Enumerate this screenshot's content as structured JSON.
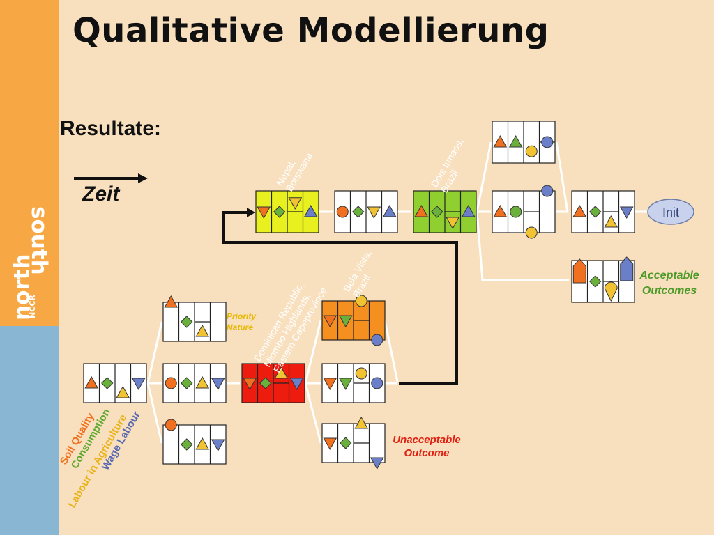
{
  "title": "Qualitative Modellierung",
  "subtitle": "Resultate:",
  "time_label": "Zeit",
  "logo": {
    "line1": "north",
    "line2": "south",
    "small": "NCCR"
  },
  "init_label": "Init",
  "priority_label": [
    "Priority",
    "Nature"
  ],
  "acceptable_label": [
    "Acceptable",
    "Outcomes"
  ],
  "unacceptable_label": [
    "Unacceptable",
    "Outcome"
  ],
  "region_labels": {
    "nepal": [
      "Nepal,",
      "Botswana"
    ],
    "dois": [
      "Dois Irmaos,",
      "Brazil"
    ],
    "dominican": [
      "Dominican Republic,",
      "Miombo Highlands,",
      "Eastern Capeprovince"
    ],
    "bela": [
      "Bela Vista,",
      "Brazil"
    ]
  },
  "legend": [
    {
      "text": "Soil Quality",
      "color": "#f07020"
    },
    {
      "text": "Consumption",
      "color": "#5fa831"
    },
    {
      "text": "Labour in Agriculture",
      "color": "#e8b31c"
    },
    {
      "text": "Wage Labour",
      "color": "#5868b0"
    }
  ],
  "colors": {
    "soil": "#f07020",
    "consumption": "#6ab03c",
    "labour": "#f1c232",
    "wage": "#6a7fc8",
    "highlight_yellow": "#e8f020",
    "highlight_green": "#8fd030",
    "highlight_red": "#ee1c0f",
    "highlight_orange": "#f59020",
    "label_red": "#e02010",
    "label_green": "#4e9a28",
    "label_yellow": "#e6b800"
  }
}
